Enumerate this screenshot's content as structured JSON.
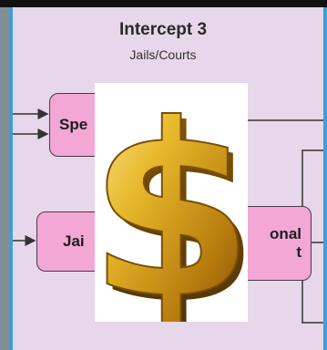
{
  "diagram": {
    "title": "Intercept 3",
    "subtitle": "Jails/Courts",
    "nodes": {
      "specialty": "Spe",
      "jail": "Jai",
      "right_line1": "onal",
      "right_line2": "t"
    }
  },
  "overlay": {
    "symbol": "$",
    "icon": "dollar-sign-icon",
    "color": "#d9a520"
  },
  "colors": {
    "panel": "#e7d7ea",
    "node_fill": "#f2a7d5",
    "frame": "#3aa0d8"
  }
}
